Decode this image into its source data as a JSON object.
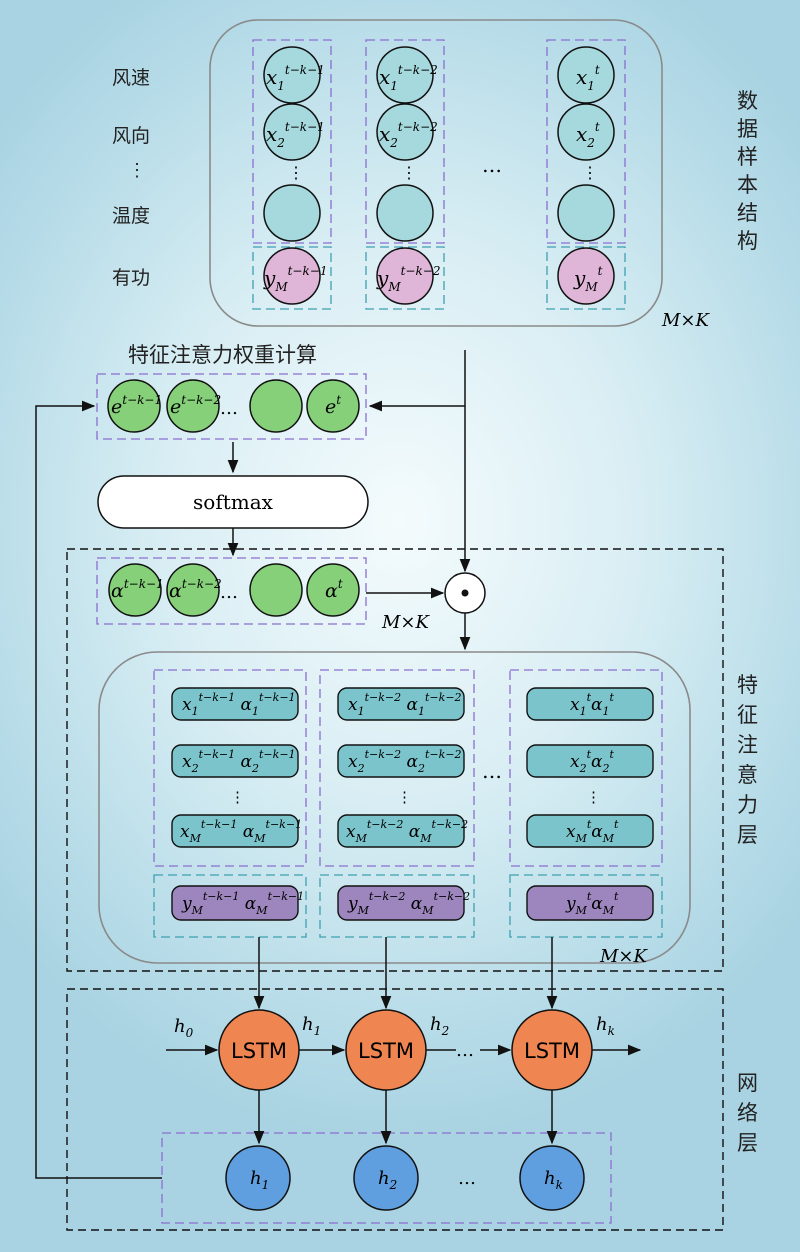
{
  "row_labels": {
    "wind_speed": "风速",
    "wind_direction": "风向",
    "vdots": "⋮",
    "temperature": "温度",
    "active_power": "有功"
  },
  "sample_section_label": [
    "数",
    "据",
    "样",
    "本",
    "结",
    "构"
  ],
  "dims": "M×K",
  "feature_attention_title": "特征注意力权重计算",
  "softmax_label": "softmax",
  "hadamard_symbol": "•",
  "ellipsis": "…",
  "attention_layer_label": [
    "特",
    "征",
    "注",
    "意",
    "力",
    "层"
  ],
  "network_layer_label": [
    "网",
    "络",
    "层"
  ],
  "lstm_label": "LSTM",
  "colors": {
    "x_node": "#a5d9dd",
    "y_node": "#dfb5d8",
    "e_node": "#86d07a",
    "weighted_x": "#7cc4cc",
    "weighted_y": "#9c86bd",
    "lstm": "#ef8550",
    "hidden": "#5f9fe0"
  }
}
